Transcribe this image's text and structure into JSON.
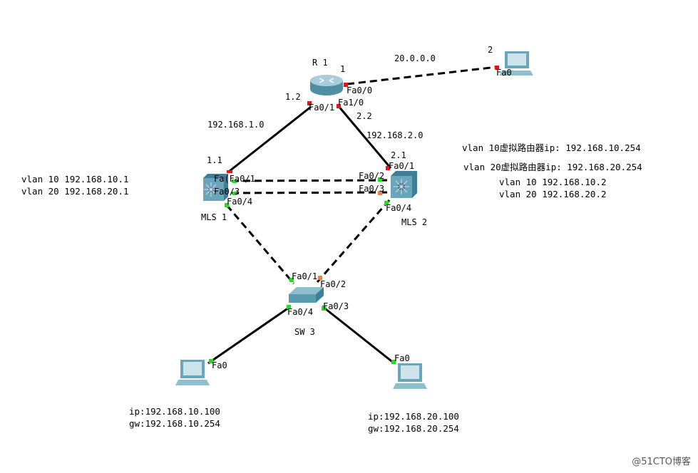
{
  "devices": {
    "r1": {
      "name": "R 1",
      "ip_suffix": "1",
      "ports": {
        "fa0_0": "Fa0/0",
        "fa0_1": "Fa0/1",
        "fa1_0": "Fa1/0"
      }
    },
    "mls1": {
      "name": "MLS 1",
      "ip_suffix": "1.1",
      "ports": {
        "fa0_1": "Fa(Fa0/1",
        "fa0_3": "Fa0/3",
        "fa0_4": "Fa0/4"
      }
    },
    "mls2": {
      "name": "MLS 2",
      "ip_suffix": "2.1",
      "ports": {
        "fa0_1": "Fa0/1",
        "fa0_2": "Fa0/2",
        "fa0_3": "Fa0/3",
        "fa0_4": "Fa0/4"
      }
    },
    "sw3": {
      "name": "SW 3",
      "ports": {
        "fa0_1": "Fa0/1",
        "fa0_2": "Fa0/2",
        "fa0_3": "Fa0/3",
        "fa0_4": "Fa0/4"
      }
    },
    "pc_remote": {
      "ip_suffix": "2",
      "port": "Fa0"
    },
    "pc_left": {
      "port": "Fa0",
      "ip": "ip:192.168.10.100",
      "gw": "gw:192.168.10.254"
    },
    "pc_right": {
      "port": "Fa0",
      "ip": "ip:192.168.20.100",
      "gw": "gw:192.168.20.254"
    }
  },
  "networks": {
    "net_r1_remote": "20.0.0.0",
    "net_r1_mls1": "192.168.1.0",
    "net_r1_mls2": "192.168.2.0",
    "r1_fa0_1_ip": "1.2",
    "r1_fa1_0_ip": "2.2"
  },
  "notes": {
    "mls1_vlan10": "vlan 10 192.168.10.1",
    "mls1_vlan20": "vlan 20 192.168.20.1",
    "vip10": "vlan 10虚拟路由器ip: 192.168.10.254",
    "vip20": "vlan 20虚拟路由器ip: 192.168.20.254",
    "mls2_vlan10": "vlan 10 192.168.10.2",
    "mls2_vlan20": "vlan 20 192.168.20.2"
  },
  "colors": {
    "link_up": "#22dd22",
    "link_down": "#ee1111",
    "link_blocking": "#f08040",
    "device": "#5a9bb0"
  },
  "watermark": "@51CTO博客"
}
